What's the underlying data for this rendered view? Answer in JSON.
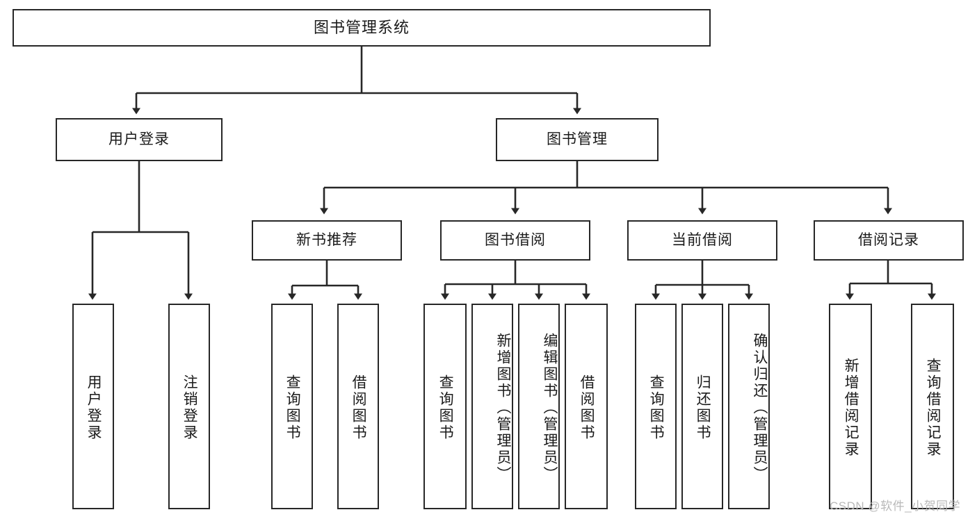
{
  "diagram": {
    "type": "tree-hierarchy",
    "title": "图书管理系统",
    "root": {
      "label": "图书管理系统"
    },
    "level2": [
      {
        "id": "user-login",
        "label": "用户登录"
      },
      {
        "id": "book-management",
        "label": "图书管理"
      }
    ],
    "level3": [
      {
        "id": "new-book-recommend",
        "label": "新书推荐",
        "parent": "book-management"
      },
      {
        "id": "book-borrow",
        "label": "图书借阅",
        "parent": "book-management"
      },
      {
        "id": "current-borrow",
        "label": "当前借阅",
        "parent": "book-management"
      },
      {
        "id": "borrow-record",
        "label": "借阅记录",
        "parent": "book-management"
      }
    ],
    "leaves": {
      "user-login": [
        {
          "id": "leaf-user-login",
          "label": "用户登录"
        },
        {
          "id": "leaf-logout",
          "label": "注销登录"
        }
      ],
      "new-book-recommend": [
        {
          "id": "leaf-query-book-1",
          "label": "查询图书"
        },
        {
          "id": "leaf-borrow-book-1",
          "label": "借阅图书"
        }
      ],
      "book-borrow": [
        {
          "id": "leaf-query-book-2",
          "label": "查询图书"
        },
        {
          "id": "leaf-add-book",
          "label": "新增图书（管理员）"
        },
        {
          "id": "leaf-edit-book",
          "label": "编辑图书（管理员）"
        },
        {
          "id": "leaf-borrow-book-2",
          "label": "借阅图书"
        }
      ],
      "current-borrow": [
        {
          "id": "leaf-query-book-3",
          "label": "查询图书"
        },
        {
          "id": "leaf-return-book",
          "label": "归还图书"
        },
        {
          "id": "leaf-confirm-return",
          "label": "确认归还（管理员）"
        }
      ],
      "borrow-record": [
        {
          "id": "leaf-add-record",
          "label": "新增借阅记录"
        },
        {
          "id": "leaf-query-record",
          "label": "查询借阅记录"
        }
      ]
    },
    "colors": {
      "stroke": "#272727",
      "fill": "#ffffff",
      "text": "#1a1a1a",
      "watermark": "#b9b9b9"
    }
  },
  "watermark": {
    "text": "CSDN @软件_小贺同学"
  }
}
